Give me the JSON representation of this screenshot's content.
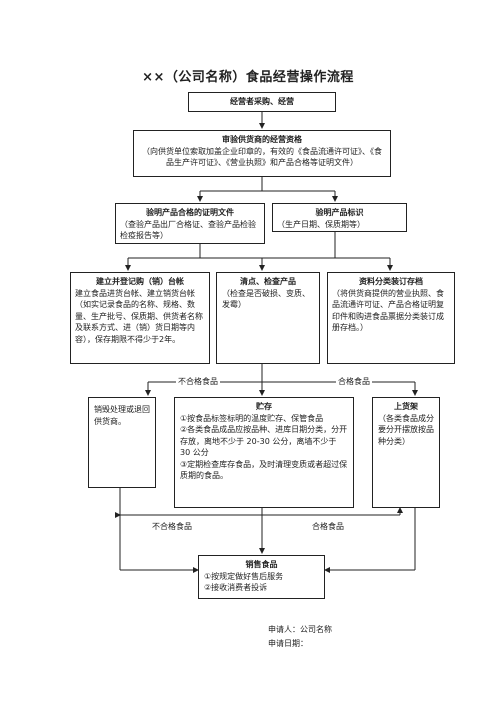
{
  "title": "××（公司名称）食品经营操作流程",
  "nodes": {
    "n1": {
      "title": "经营者采购、经营"
    },
    "n2": {
      "title": "审验供货商的经营资格",
      "body": "（向供货单位索取加盖企业印章的，有效的《食品流通许可证》、《食品生产许可证》、《营业执照》和产品合格等证明文件）"
    },
    "n3": {
      "title": "验明产品合格的证明文件",
      "body": "（查验产品出厂合格证、查验产品检验检疫报告等）"
    },
    "n4": {
      "title": "验明产品标识",
      "body": "（生产日期、保质期等）"
    },
    "n5": {
      "title": "建立并登记购（销）台帐",
      "body": "建立食品进货台帐、建立销货台帐（如实记录食品的名称、规格、数量、生产批号、保质期、供货者名称及联系方式、进（销）货日期等内容），保存期限不得少于2年。"
    },
    "n6": {
      "title": "清点、检查产品",
      "body": "（检查是否破损、变质、发霉）"
    },
    "n7": {
      "title": "资料分类装订存档",
      "body": "（将供货商提供的营业执照、食品流通许可证、产品合格证明复印件和购进食品票据分类装订成册存档。）"
    },
    "n8": {
      "body": "销毁处理或退回供货商。"
    },
    "n9": {
      "title": "贮存",
      "body": "①按食品标签标明的温度贮存、保管食品\n②各类食品成品应按品种、进库日期分类，分开存放，离地不少于 20-30 公分，离墙不少于 30 公分\n③定期检查库存食品，及时清理变质或者超过保质期的食品。"
    },
    "n10": {
      "title": "上货架",
      "body": "（各类食品成分要分开摆放按品种分类）"
    },
    "n11": {
      "title": "销售食品",
      "body": "①按规定做好售后服务\n②接收消费者投诉"
    }
  },
  "labels": {
    "unqualified_top": "不合格食品",
    "qualified_top": "合格食品",
    "unqualified_bottom": "不合格食品",
    "qualified_bottom": "合格食品"
  },
  "footer": {
    "applicant": "申请人：公司名称",
    "date": "申请日期："
  }
}
